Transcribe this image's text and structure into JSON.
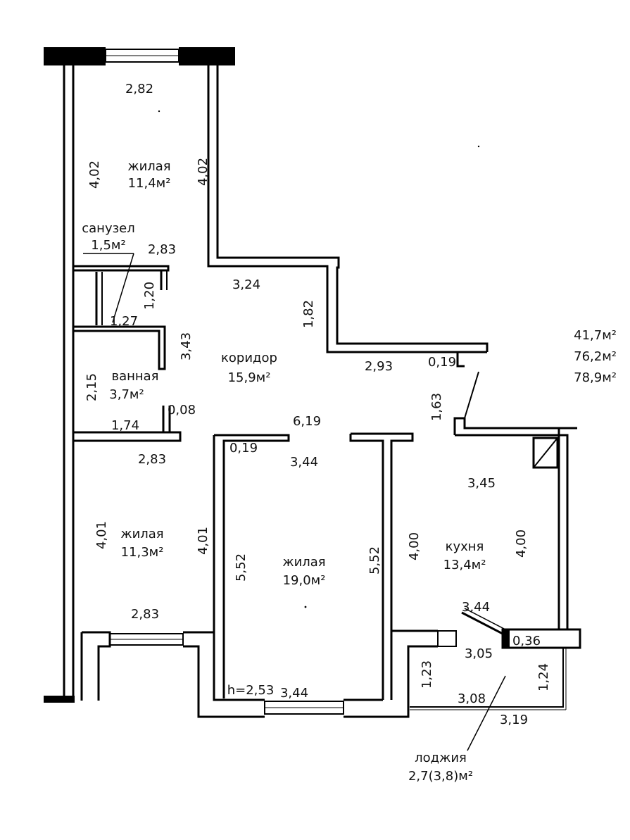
{
  "rooms": [
    {
      "id": "living_top",
      "name": "жилая",
      "area": "11,4м²"
    },
    {
      "id": "wc",
      "name": "санузел",
      "area": "1,5м²"
    },
    {
      "id": "bath",
      "name": "ванная",
      "area": "3,7м²"
    },
    {
      "id": "corridor",
      "name": "коридор",
      "area": "15,9м²"
    },
    {
      "id": "living_left",
      "name": "жилая",
      "area": "11,3м²"
    },
    {
      "id": "living_center",
      "name": "жилая",
      "area": "19,0м²"
    },
    {
      "id": "kitchen",
      "name": "кухня",
      "area": "13,4м²"
    },
    {
      "id": "loggia",
      "name": "лоджия",
      "area": "2,7(3,8)м²"
    }
  ],
  "totals": [
    "41,7м²",
    "76,2м²",
    "78,9м²"
  ],
  "dimensions": {
    "top_width": "2,82",
    "top_left_height": "4,02",
    "top_right_height": "4,02",
    "wc_width": "2,83",
    "wc_height": "1,20",
    "wc_bottom": "1,27",
    "corridor_step": "3,24",
    "corridor_step_h": "1,82",
    "corridor_upper": "2,93",
    "corridor_gap": "0,19",
    "bath_height": "3,43",
    "bath_side": "2,15",
    "bath_width": "1,74",
    "bath_gap": "0,08",
    "corridor_length": "6,19",
    "corridor_right_h": "1,63",
    "left_room_top": "2,83",
    "center_gap": "0,19",
    "center_top": "3,44",
    "left_room_h_left": "4,01",
    "left_room_h_right": "4,01",
    "center_h_left": "5,52",
    "center_h_right": "5,52",
    "kitchen_top": "3,45",
    "kitchen_h_left": "4,00",
    "kitchen_h_right": "4,00",
    "left_room_bottom": "2,83",
    "kitchen_diag": "3,44",
    "kitchen_pillar": "0,36",
    "loggia_top": "3,05",
    "loggia_h_left": "1,23",
    "loggia_h_right": "1,24",
    "loggia_inner": "3,08",
    "loggia_outer": "3,19",
    "ceiling_height": "h=2,53",
    "center_bottom": "3,44"
  }
}
